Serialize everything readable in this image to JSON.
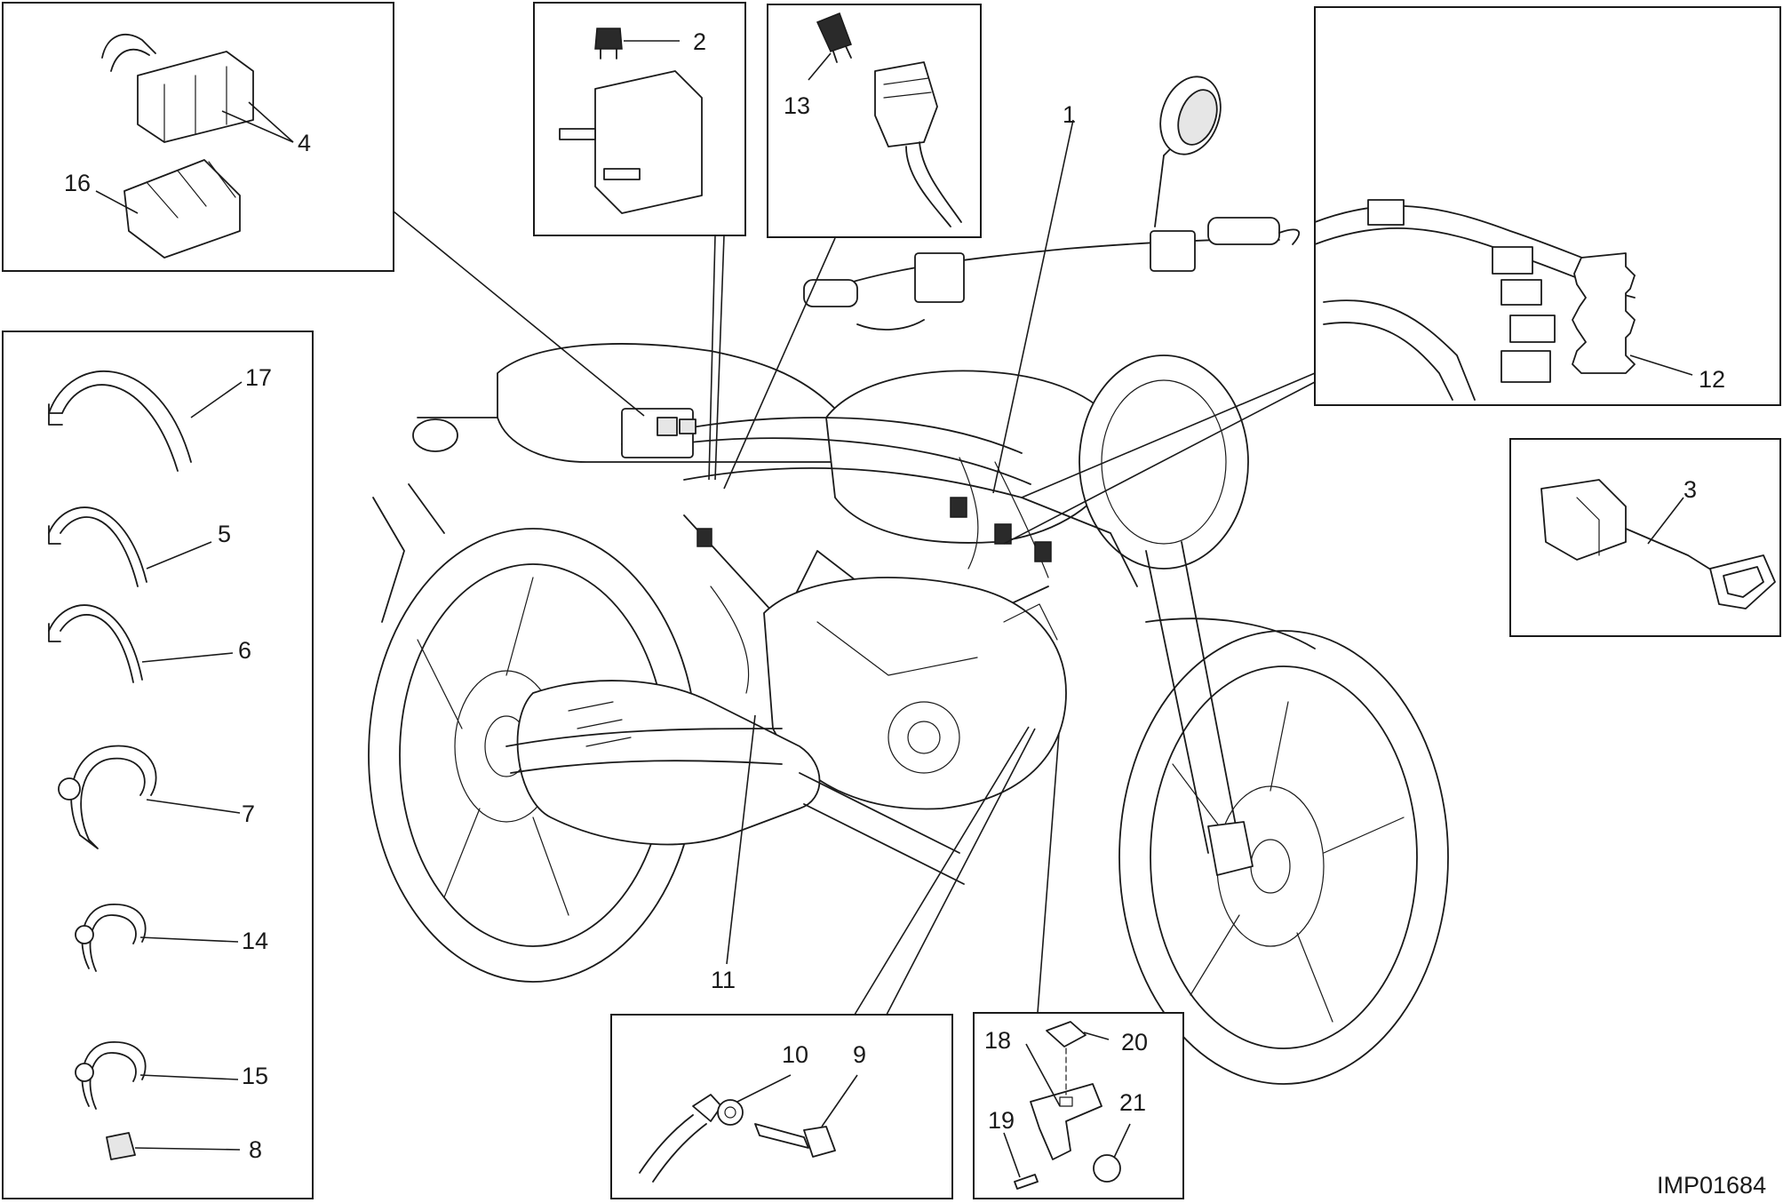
{
  "callouts": {
    "c1": "1",
    "c2": "2",
    "c3": "3",
    "c4": "4",
    "c5": "5",
    "c6": "6",
    "c7": "7",
    "c8": "8",
    "c9": "9",
    "c10": "10",
    "c11": "11",
    "c12": "12",
    "c13": "13",
    "c14": "14",
    "c15": "15",
    "c16": "16",
    "c17": "17",
    "c18": "18",
    "c19": "19",
    "c20": "20",
    "c21": "21"
  },
  "figure_code": "IMP01684"
}
